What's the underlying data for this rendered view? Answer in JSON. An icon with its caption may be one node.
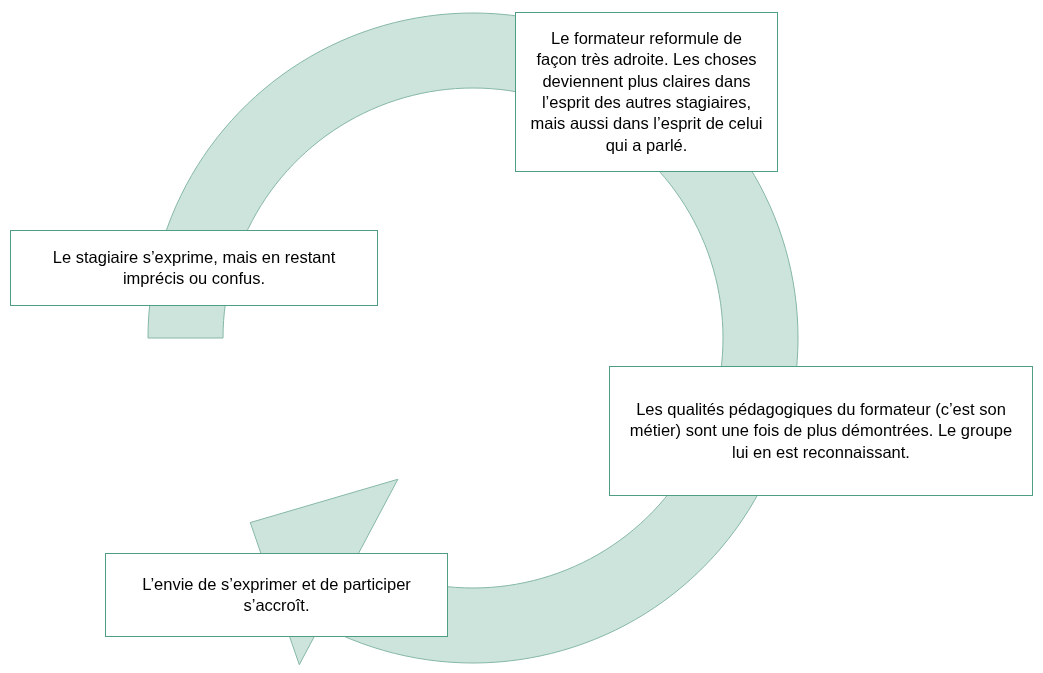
{
  "diagram": {
    "nodes": [
      {
        "text": [
          "Le stagiaire s’exprime, mais en restant imprécis ou confus."
        ]
      },
      {
        "text": [
          "Le formateur reformule de façon très adroite. Les choses deviennent plus claires dans l’esprit des autres stagiaires, mais aussi dans l’esprit de celui qui a parlé."
        ]
      },
      {
        "text": [
          "Les qualités pédagogiques du formateur (c’est son métier) sont une fois de plus démontrées. Le groupe lui en est reconnaissant."
        ]
      },
      {
        "text": [
          "L’envie de s’exprimer et de participer s’accroît."
        ]
      }
    ],
    "edges": [
      {
        "from": 0,
        "to": 1,
        "arrow": "none"
      },
      {
        "from": 1,
        "to": 2,
        "arrow": "none"
      },
      {
        "from": 2,
        "to": 3,
        "arrow": "to"
      }
    ]
  }
}
